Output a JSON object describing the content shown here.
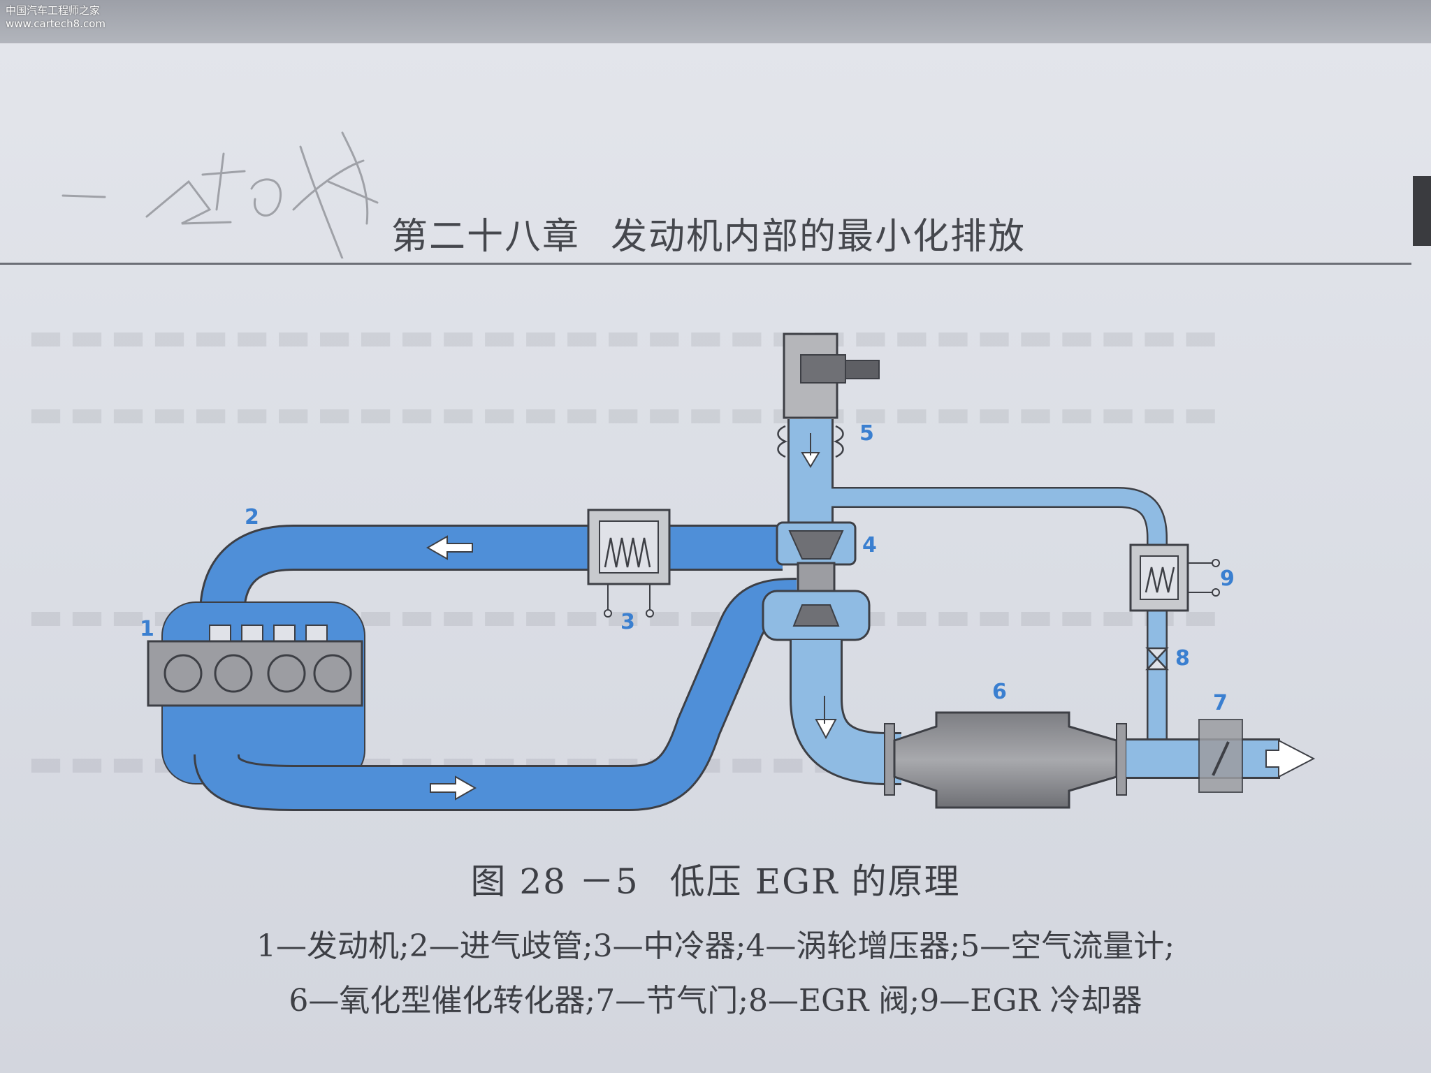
{
  "watermark": {
    "line1": "中国汽车工程师之家",
    "line2": "www.cartech8.com"
  },
  "header": {
    "chapter": "第二十八章",
    "title": "发动机内部的最小化排放"
  },
  "diagram": {
    "component_numbers": [
      "1",
      "2",
      "3",
      "4",
      "5",
      "6",
      "7",
      "8",
      "9"
    ],
    "colors": {
      "charge_air": "#4f8fd8",
      "exhaust_recirc": "#8fbbe3",
      "component_gray": "#9c9da2",
      "outline": "#3d3f45"
    }
  },
  "figure": {
    "number": "图 28 －5",
    "caption": "低压 EGR 的原理"
  },
  "legend": {
    "line1": "1—发动机;2—进气歧管;3—中冷器;4—涡轮增压器;5—空气流量计;",
    "line2": "6—氧化型催化转化器;7—节气门;8—EGR 阀;9—EGR 冷却器"
  }
}
